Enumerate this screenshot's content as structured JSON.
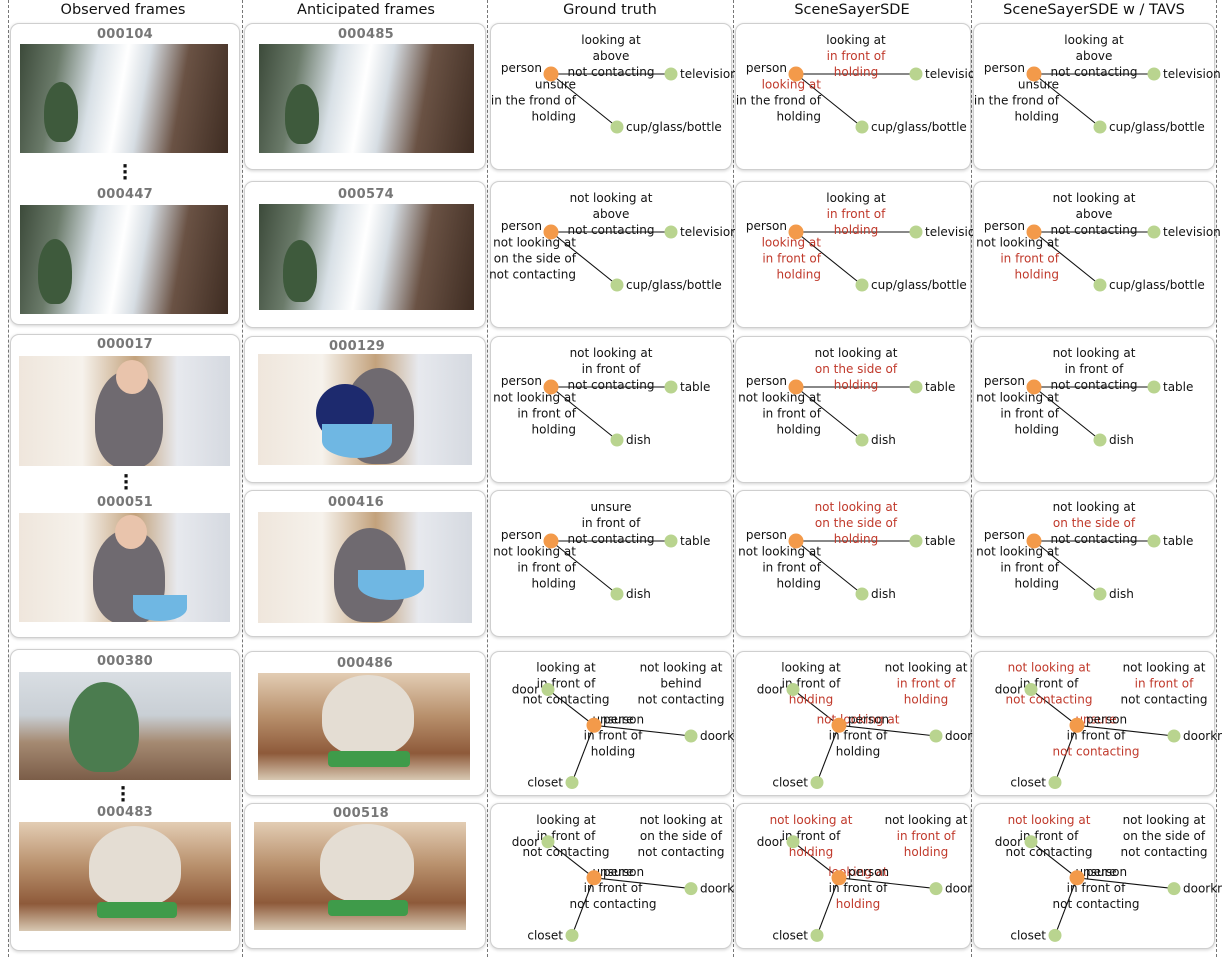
{
  "headers": [
    "Observed frames",
    "Anticipated frames",
    "Ground truth",
    "SceneSayerSDE",
    "SceneSayerSDE w / TAVS"
  ],
  "observed": [
    {
      "top_id": "000104",
      "bottom_id": "000447"
    },
    {
      "top_id": "000017",
      "bottom_id": "000051"
    },
    {
      "top_id": "000380",
      "bottom_id": "000483"
    }
  ],
  "anticipated": [
    "000485",
    "000574",
    "000129",
    "000416",
    "000486",
    "000518"
  ],
  "graphs": [
    [
      {
        "nodes": [
          [
            "person",
            "l"
          ],
          [
            "television",
            "r"
          ],
          [
            "cup/glass/bottle",
            "r"
          ]
        ],
        "edges": [
          [
            0,
            1,
            [
              "looking at",
              "above",
              "not contacting"
            ],
            "up"
          ],
          [
            0,
            2,
            [
              "unsure",
              "in the frond of",
              "holding"
            ],
            "left"
          ]
        ],
        "red": []
      },
      {
        "nodes": [
          [
            "person",
            "l"
          ],
          [
            "television",
            "r"
          ],
          [
            "cup/glass/bottle",
            "r"
          ]
        ],
        "edges": [
          [
            0,
            1,
            [
              "looking at",
              "in front of",
              "holding"
            ],
            "up"
          ],
          [
            0,
            2,
            [
              "looking at",
              "in the frond of",
              "holding"
            ],
            "left"
          ]
        ],
        "red": [
          [
            0,
            1
          ],
          [
            0,
            2
          ],
          [
            1,
            0
          ]
        ]
      },
      {
        "nodes": [
          [
            "person",
            "l"
          ],
          [
            "television",
            "r"
          ],
          [
            "cup/glass/bottle",
            "r"
          ]
        ],
        "edges": [
          [
            0,
            1,
            [
              "looking at",
              "above",
              "not contacting"
            ],
            "up"
          ],
          [
            0,
            2,
            [
              "unsure",
              "in the frond of",
              "holding"
            ],
            "left"
          ]
        ],
        "red": []
      }
    ],
    [
      {
        "nodes": [
          [
            "person",
            "l"
          ],
          [
            "television",
            "r"
          ],
          [
            "cup/glass/bottle",
            "r"
          ]
        ],
        "edges": [
          [
            0,
            1,
            [
              "not looking at",
              "above",
              "not contacting"
            ],
            "up"
          ],
          [
            0,
            2,
            [
              "not looking at",
              "on the side of",
              "not contacting"
            ],
            "left"
          ]
        ],
        "red": []
      },
      {
        "nodes": [
          [
            "person",
            "l"
          ],
          [
            "television",
            "r"
          ],
          [
            "cup/glass/bottle",
            "r"
          ]
        ],
        "edges": [
          [
            0,
            1,
            [
              "looking at",
              "in front of",
              "holding"
            ],
            "up"
          ],
          [
            0,
            2,
            [
              "looking at",
              "in front of",
              "holding"
            ],
            "left"
          ]
        ],
        "red": [
          [
            0,
            1
          ],
          [
            0,
            2
          ],
          [
            1,
            0
          ],
          [
            1,
            1
          ],
          [
            1,
            2
          ]
        ]
      },
      {
        "nodes": [
          [
            "person",
            "l"
          ],
          [
            "television",
            "r"
          ],
          [
            "cup/glass/bottle",
            "r"
          ]
        ],
        "edges": [
          [
            0,
            1,
            [
              "not looking at",
              "above",
              "not contacting"
            ],
            "up"
          ],
          [
            0,
            2,
            [
              "not looking at",
              "in front of",
              "holding"
            ],
            "left"
          ]
        ],
        "red": [
          [
            1,
            1
          ],
          [
            1,
            2
          ]
        ]
      }
    ],
    [
      {
        "nodes": [
          [
            "person",
            "l"
          ],
          [
            "table",
            "r"
          ],
          [
            "dish",
            "r"
          ]
        ],
        "edges": [
          [
            0,
            1,
            [
              "not looking at",
              "in front of",
              "not contacting"
            ],
            "up"
          ],
          [
            0,
            2,
            [
              "not looking at",
              "in front of",
              "holding"
            ],
            "left"
          ]
        ],
        "red": []
      },
      {
        "nodes": [
          [
            "person",
            "l"
          ],
          [
            "table",
            "r"
          ],
          [
            "dish",
            "r"
          ]
        ],
        "edges": [
          [
            0,
            1,
            [
              "not looking at",
              "on the side of",
              "holding"
            ],
            "up"
          ],
          [
            0,
            2,
            [
              "not looking at",
              "in front of",
              "holding"
            ],
            "left"
          ]
        ],
        "red": [
          [
            0,
            1
          ],
          [
            0,
            2
          ]
        ]
      },
      {
        "nodes": [
          [
            "person",
            "l"
          ],
          [
            "table",
            "r"
          ],
          [
            "dish",
            "r"
          ]
        ],
        "edges": [
          [
            0,
            1,
            [
              "not looking at",
              "in front of",
              "not contacting"
            ],
            "up"
          ],
          [
            0,
            2,
            [
              "not looking at",
              "in front of",
              "holding"
            ],
            "left"
          ]
        ],
        "red": []
      }
    ],
    [
      {
        "nodes": [
          [
            "person",
            "l"
          ],
          [
            "table",
            "r"
          ],
          [
            "dish",
            "r"
          ]
        ],
        "edges": [
          [
            0,
            1,
            [
              "unsure",
              "in front of",
              "not contacting"
            ],
            "up"
          ],
          [
            0,
            2,
            [
              "not looking at",
              "in front of",
              "holding"
            ],
            "left"
          ]
        ],
        "red": []
      },
      {
        "nodes": [
          [
            "person",
            "l"
          ],
          [
            "table",
            "r"
          ],
          [
            "dish",
            "r"
          ]
        ],
        "edges": [
          [
            0,
            1,
            [
              "not looking at",
              "on the side of",
              "holding"
            ],
            "up"
          ],
          [
            0,
            2,
            [
              "not looking at",
              "in front of",
              "holding"
            ],
            "left"
          ]
        ],
        "red": [
          [
            0,
            0
          ],
          [
            0,
            1
          ],
          [
            0,
            2
          ]
        ]
      },
      {
        "nodes": [
          [
            "person",
            "l"
          ],
          [
            "table",
            "r"
          ],
          [
            "dish",
            "r"
          ]
        ],
        "edges": [
          [
            0,
            1,
            [
              "not looking at",
              "on the side of",
              "not contacting"
            ],
            "up"
          ],
          [
            0,
            2,
            [
              "not looking at",
              "in front of",
              "holding"
            ],
            "left"
          ]
        ],
        "red": [
          [
            0,
            1
          ]
        ]
      }
    ],
    [
      {
        "nodes": [
          [
            "person",
            "r"
          ],
          [
            "door",
            "l"
          ],
          [
            "doorknob",
            "r"
          ],
          [
            "closet",
            "l"
          ]
        ],
        "edges": [
          [
            0,
            1,
            [
              "looking at",
              "in front of",
              "not contacting"
            ],
            "left"
          ],
          [
            0,
            2,
            [
              "not looking at",
              "behind",
              "not contacting"
            ],
            "up"
          ],
          [
            0,
            3,
            [
              "unsure",
              "in front of",
              "holding"
            ],
            "right"
          ]
        ],
        "red": []
      },
      {
        "nodes": [
          [
            "person",
            "r"
          ],
          [
            "door",
            "l"
          ],
          [
            "doorknob",
            "r"
          ],
          [
            "closet",
            "l"
          ]
        ],
        "edges": [
          [
            0,
            1,
            [
              "looking at",
              "in front of",
              "holding"
            ],
            "left"
          ],
          [
            0,
            2,
            [
              "not looking at",
              "in front of",
              "holding"
            ],
            "up"
          ],
          [
            0,
            3,
            [
              "not looking at",
              "in front of",
              "holding"
            ],
            "right"
          ]
        ],
        "red": [
          [
            0,
            2
          ],
          [
            1,
            1
          ],
          [
            1,
            2
          ],
          [
            2,
            0
          ]
        ]
      },
      {
        "nodes": [
          [
            "person",
            "r"
          ],
          [
            "door",
            "l"
          ],
          [
            "doorknob",
            "r"
          ],
          [
            "closet",
            "l"
          ]
        ],
        "edges": [
          [
            0,
            1,
            [
              "not looking at",
              "in front of",
              "not contacting"
            ],
            "left"
          ],
          [
            0,
            2,
            [
              "not looking at",
              "in front of",
              "not contacting"
            ],
            "up"
          ],
          [
            0,
            3,
            [
              "unsure",
              "in front of",
              "not contacting"
            ],
            "right"
          ]
        ],
        "red": [
          [
            0,
            0
          ],
          [
            0,
            2
          ],
          [
            1,
            1
          ],
          [
            2,
            0
          ],
          [
            2,
            2
          ]
        ]
      }
    ],
    [
      {
        "nodes": [
          [
            "person",
            "r"
          ],
          [
            "door",
            "l"
          ],
          [
            "doorknob",
            "r"
          ],
          [
            "closet",
            "l"
          ]
        ],
        "edges": [
          [
            0,
            1,
            [
              "looking at",
              "in front of",
              "not contacting"
            ],
            "left"
          ],
          [
            0,
            2,
            [
              "not looking at",
              "on the side of",
              "not contacting"
            ],
            "up"
          ],
          [
            0,
            3,
            [
              "unsure",
              "in front of",
              "not contacting"
            ],
            "right"
          ]
        ],
        "red": []
      },
      {
        "nodes": [
          [
            "person",
            "r"
          ],
          [
            "door",
            "l"
          ],
          [
            "doorknob",
            "r"
          ],
          [
            "closet",
            "l"
          ]
        ],
        "edges": [
          [
            0,
            1,
            [
              "not looking at",
              "in front of",
              "holding"
            ],
            "left"
          ],
          [
            0,
            2,
            [
              "not looking at",
              "in front of",
              "holding"
            ],
            "up"
          ],
          [
            0,
            3,
            [
              "looking at",
              "in front of",
              "holding"
            ],
            "right"
          ]
        ],
        "red": [
          [
            0,
            0
          ],
          [
            0,
            2
          ],
          [
            1,
            1
          ],
          [
            1,
            2
          ],
          [
            2,
            0
          ],
          [
            2,
            2
          ]
        ]
      },
      {
        "nodes": [
          [
            "person",
            "r"
          ],
          [
            "door",
            "l"
          ],
          [
            "doorknob",
            "r"
          ],
          [
            "closet",
            "l"
          ]
        ],
        "edges": [
          [
            0,
            1,
            [
              "not looking at",
              "in front of",
              "not contacting"
            ],
            "left"
          ],
          [
            0,
            2,
            [
              "not looking at",
              "on the side of",
              "not contacting"
            ],
            "up"
          ],
          [
            0,
            3,
            [
              "unsure",
              "in front of",
              "not contacting"
            ],
            "right"
          ]
        ],
        "red": [
          [
            0,
            0
          ]
        ]
      }
    ]
  ],
  "colors": {
    "subject": "#f39a4a",
    "object": "#b9d48f",
    "error": "#c0392b",
    "edge": "#111111"
  }
}
